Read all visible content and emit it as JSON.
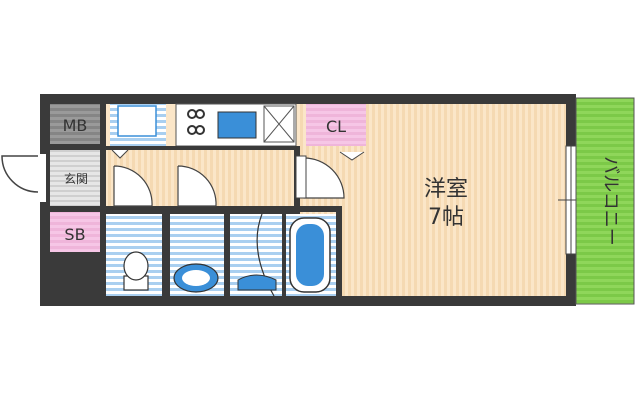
{
  "floorplan": {
    "rooms": {
      "main_room": {
        "name": "洋室",
        "size": "7帖"
      },
      "meter_box": "MB",
      "entrance": "玄関",
      "shoe_box": "SB",
      "closet": "CL",
      "balcony": "バルコニー"
    },
    "colors": {
      "wall": "#3a3a3a",
      "floor": "#fbe6c8",
      "balcony": "#8fd65a",
      "storage_pink": "#f6c6e6",
      "meter_gray": "#8a8a8a",
      "wet_blue": "#7fb6e8",
      "fixture_blue": "#3a8fd8"
    }
  }
}
